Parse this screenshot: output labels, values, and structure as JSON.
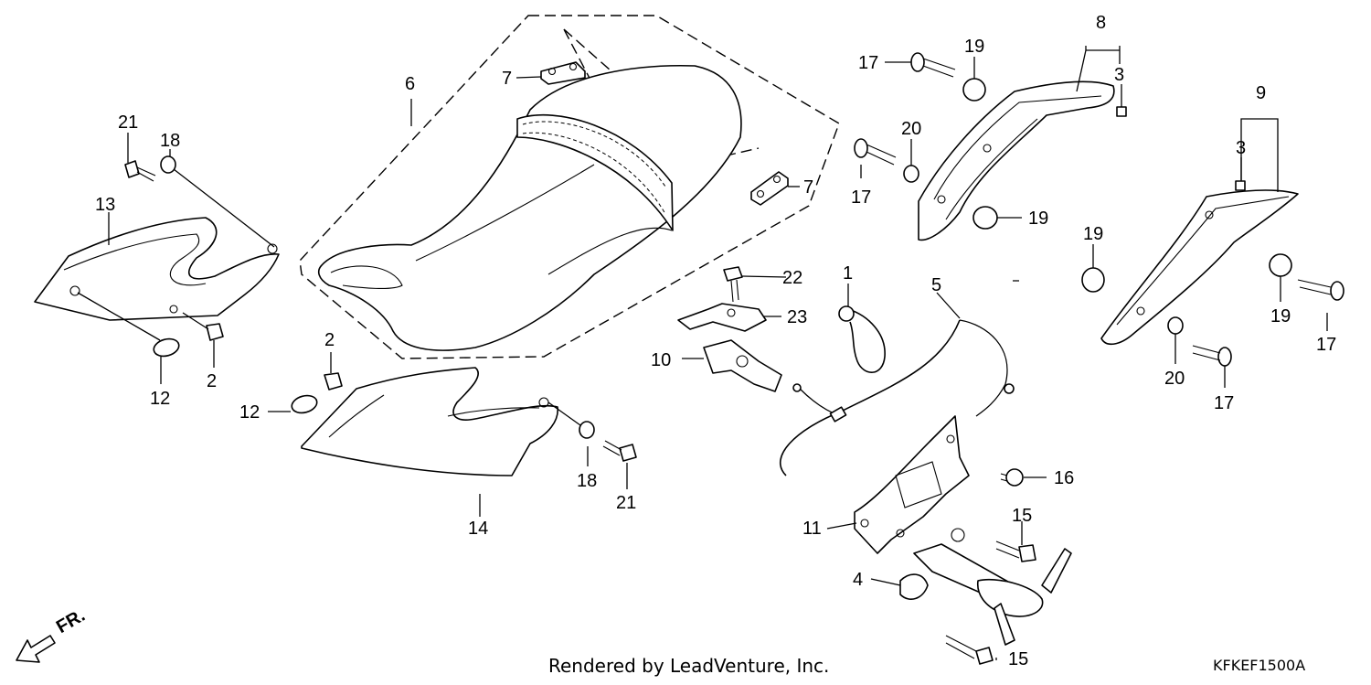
{
  "diagram": {
    "footer_credit": "Rendered by LeadVenture, Inc.",
    "diagram_code": "KFKEF1500A",
    "direction_label": "FR.",
    "callouts": [
      {
        "id": "c1",
        "number": "1",
        "part": "band"
      },
      {
        "id": "c2a",
        "number": "2",
        "part": "collar-left"
      },
      {
        "id": "c2b",
        "number": "2",
        "part": "collar-center"
      },
      {
        "id": "c3a",
        "number": "3",
        "part": "clip-upper"
      },
      {
        "id": "c3b",
        "number": "3",
        "part": "clip-right"
      },
      {
        "id": "c4",
        "number": "4",
        "part": "seat-lock"
      },
      {
        "id": "c5",
        "number": "5",
        "part": "seat-lock-cable"
      },
      {
        "id": "c6",
        "number": "6",
        "part": "seat"
      },
      {
        "id": "c7a",
        "number": "7",
        "part": "seat-bracket-front"
      },
      {
        "id": "c7b",
        "number": "7",
        "part": "seat-bracket-rear"
      },
      {
        "id": "c8",
        "number": "8",
        "part": "upper-rear-cowl"
      },
      {
        "id": "c9",
        "number": "9",
        "part": "right-rear-cowl"
      },
      {
        "id": "c10",
        "number": "10",
        "part": "seat-catch"
      },
      {
        "id": "c11",
        "number": "11",
        "part": "lock-bracket"
      },
      {
        "id": "c12a",
        "number": "12",
        "part": "grommet-left"
      },
      {
        "id": "c12b",
        "number": "12",
        "part": "grommet-center"
      },
      {
        "id": "c13",
        "number": "13",
        "part": "left-side-cover"
      },
      {
        "id": "c14",
        "number": "14",
        "part": "right-side-cover"
      },
      {
        "id": "c15a",
        "number": "15",
        "part": "bolt-upper"
      },
      {
        "id": "c15b",
        "number": "15",
        "part": "bolt-lower"
      },
      {
        "id": "c16",
        "number": "16",
        "part": "screw"
      },
      {
        "id": "c17a",
        "number": "17",
        "part": "bolt-cowl-top"
      },
      {
        "id": "c17b",
        "number": "17",
        "part": "bolt-cowl-middle"
      },
      {
        "id": "c17c",
        "number": "17",
        "part": "bolt-cowl-right-upper"
      },
      {
        "id": "c17d",
        "number": "17",
        "part": "bolt-cowl-right-lower"
      },
      {
        "id": "c18a",
        "number": "18",
        "part": "washer-left"
      },
      {
        "id": "c18b",
        "number": "18",
        "part": "washer-center"
      },
      {
        "id": "c19a",
        "number": "19",
        "part": "rubber-top"
      },
      {
        "id": "c19b",
        "number": "19",
        "part": "rubber-middle"
      },
      {
        "id": "c19c",
        "number": "19",
        "part": "rubber-right-left"
      },
      {
        "id": "c19d",
        "number": "19",
        "part": "rubber-right"
      },
      {
        "id": "c20a",
        "number": "20",
        "part": "washer-cowl-upper"
      },
      {
        "id": "c20b",
        "number": "20",
        "part": "washer-cowl-right"
      },
      {
        "id": "c21a",
        "number": "21",
        "part": "bolt-left"
      },
      {
        "id": "c21b",
        "number": "21",
        "part": "bolt-center"
      },
      {
        "id": "c22",
        "number": "22",
        "part": "bolt-catch"
      },
      {
        "id": "c23",
        "number": "23",
        "part": "catch-plate"
      }
    ]
  }
}
